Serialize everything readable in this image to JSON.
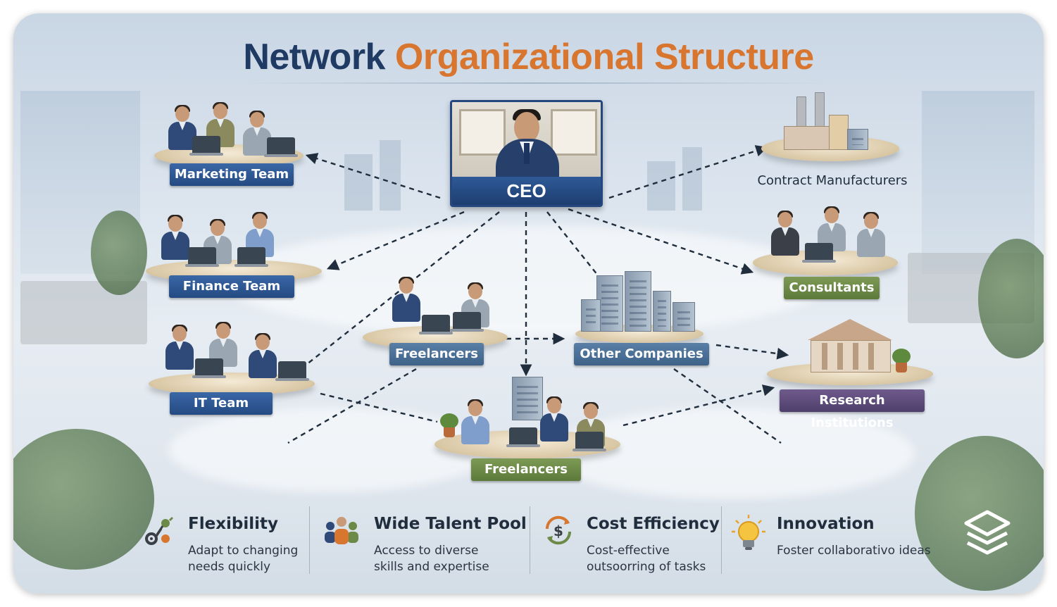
{
  "title": {
    "part1": "Network",
    "part2": "Organizational Structure"
  },
  "center": {
    "label": "CEO"
  },
  "nodes": {
    "marketing": "Marketing Team",
    "finance": "Finance Team",
    "it": "IT Team",
    "freelancers_top": "Freelancers",
    "freelancers_bottom": "Freelancers",
    "other_companies": "Other Companies",
    "contract_manufacturers": "Contract Manufacturers",
    "consultants": "Consultants",
    "research": "Research Institutions"
  },
  "benefits": [
    {
      "title": "Flexibility",
      "desc": "Adapt to changing needs quickly",
      "icon": "flexibility-gears-icon"
    },
    {
      "title": "Wide Talent Pool",
      "desc": "Access to diverse skills and expertise",
      "icon": "talent-people-icon"
    },
    {
      "title": "Cost Efficiency",
      "desc": "Cost-effective outsoorring of tasks",
      "icon": "dollar-cycle-icon"
    },
    {
      "title": "Innovation",
      "desc": "Foster collaborativo ideas",
      "icon": "lightbulb-icon"
    }
  ],
  "colors": {
    "title_dark": "#1f3a63",
    "title_accent": "#d8752e",
    "label_blue": "#2f5a97",
    "label_green": "#6c8a47",
    "label_purple": "#5e4c7c",
    "connector": "#1f2d3d"
  }
}
